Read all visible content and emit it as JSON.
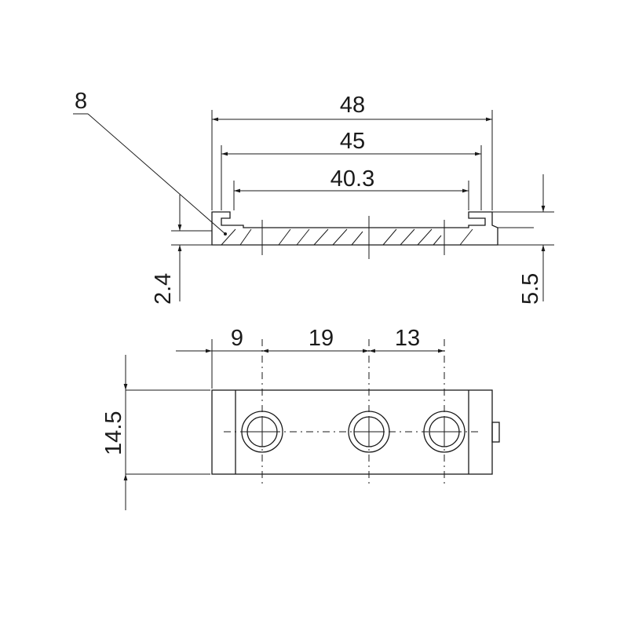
{
  "dimensions": {
    "overall_length": "48",
    "inner_length": "45",
    "slot_spacing": "40.3",
    "leader_callout": "8",
    "base_thickness": "2.4",
    "total_height": "5.5",
    "hole_offset_1": "9",
    "hole_offset_2": "19",
    "hole_offset_3": "13",
    "width": "14.5"
  }
}
